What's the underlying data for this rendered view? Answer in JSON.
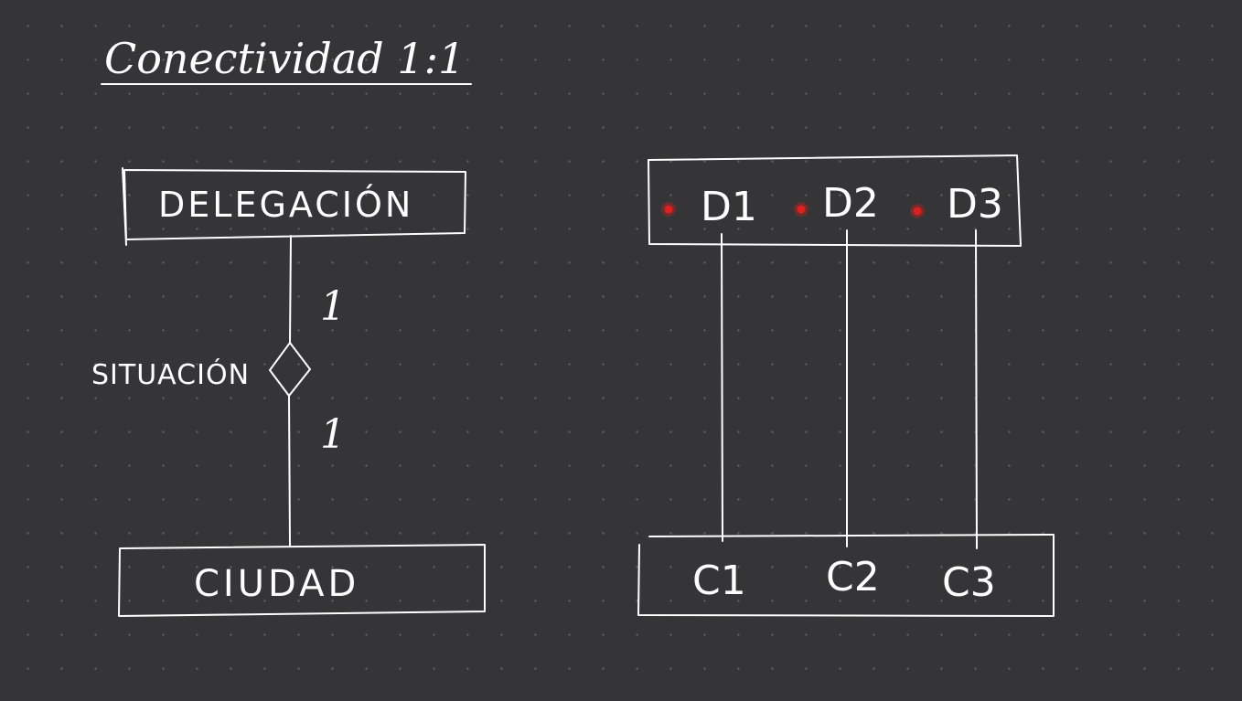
{
  "title": "Conectividad 1:1",
  "left_diagram": {
    "entity_top": "DELEGACIÓN",
    "entity_bottom": "CIUDAD",
    "relationship": "SITUACIÓN",
    "cardinality_top": "1",
    "cardinality_bottom": "1"
  },
  "right_diagram": {
    "top_items": [
      "D1",
      "D2",
      "D3"
    ],
    "bottom_items": [
      "C1",
      "C2",
      "C3"
    ]
  },
  "colors": {
    "background": "#353437",
    "ink": "#ffffff",
    "marker_dot": "#e0201e"
  }
}
